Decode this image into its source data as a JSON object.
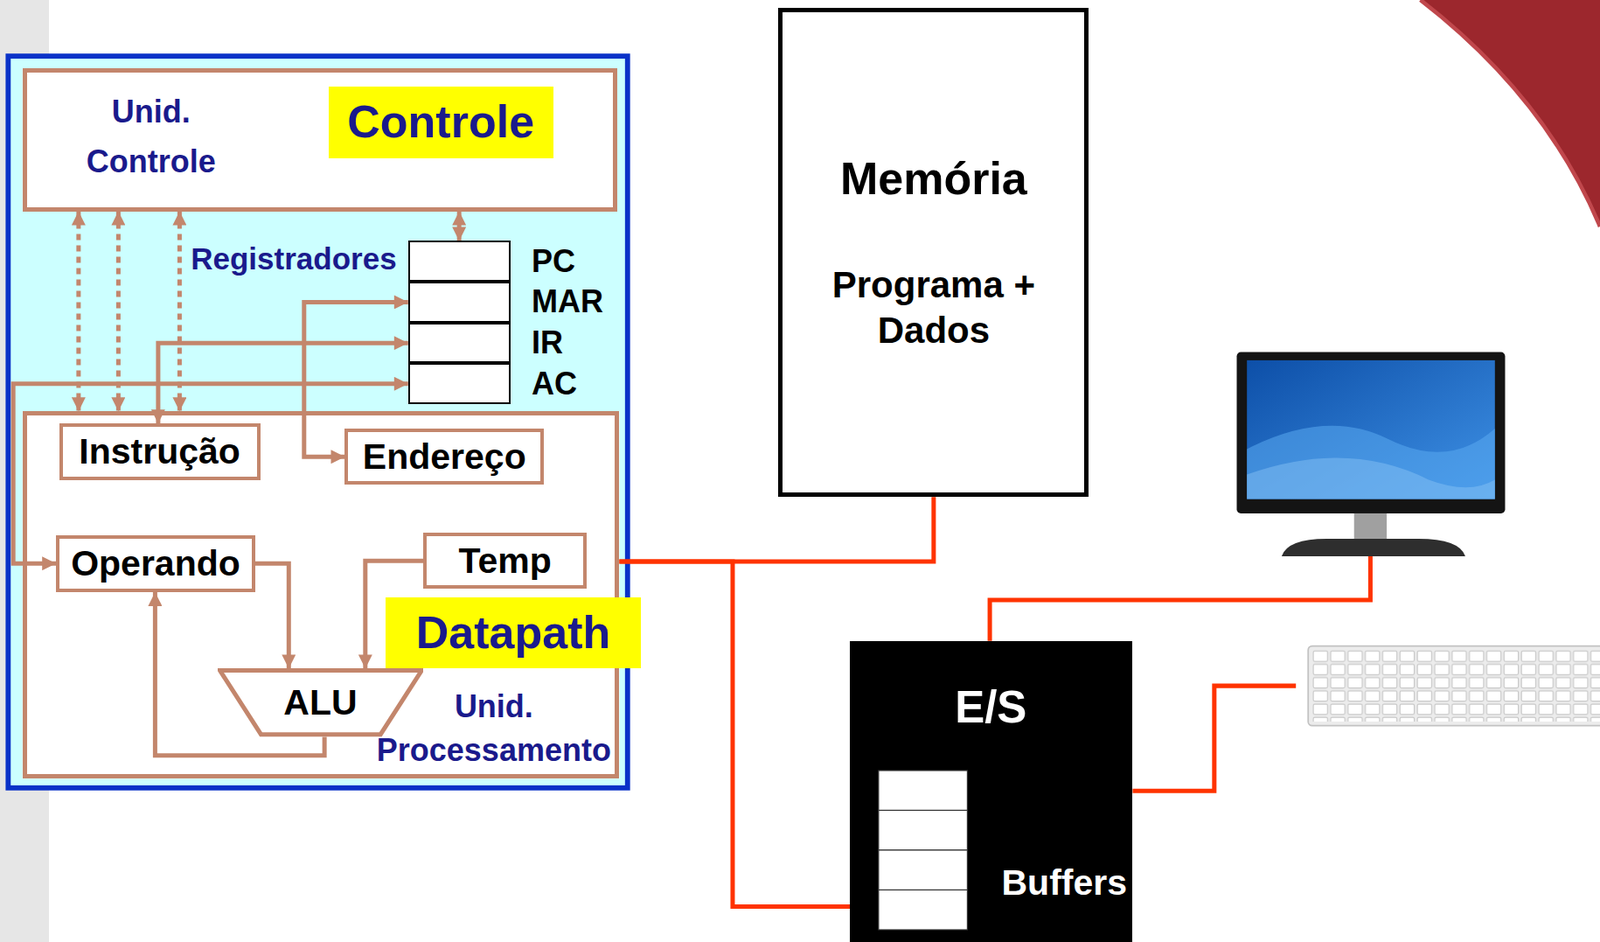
{
  "diagram": {
    "nodes": [
      {
        "text": [
          "Unid. Controle",
          "Controle"
        ]
      },
      {
        "text": [
          "PC"
        ]
      },
      {
        "text": [
          "MAR"
        ]
      },
      {
        "text": [
          "IR"
        ]
      },
      {
        "text": [
          "AC"
        ]
      },
      {
        "text": [
          "Datapath",
          "Unid. Processamento"
        ]
      },
      {
        "text": [
          "Instrução"
        ],
        "in": 5
      },
      {
        "text": [
          "Endereço"
        ],
        "in": 5
      },
      {
        "text": [
          "Operando"
        ],
        "in": 5
      },
      {
        "text": [
          "Temp"
        ],
        "in": 5
      },
      {
        "text": [
          "ALU"
        ],
        "in": 5
      },
      {
        "text": [
          "Memória",
          "Programa + Dados"
        ]
      },
      {
        "text": [
          "E/S",
          "Buffers"
        ]
      }
    ],
    "edges": [
      {
        "from": 0,
        "to": 5,
        "arrow": "both"
      },
      {
        "from": 0,
        "to": 5,
        "arrow": "both"
      },
      {
        "from": 0,
        "to": 5,
        "arrow": "both"
      },
      {
        "from": 0,
        "to": 1,
        "arrow": "both"
      },
      {
        "from": 2,
        "to": 7,
        "arrow": "both"
      },
      {
        "from": 3,
        "to": 6,
        "arrow": "both"
      },
      {
        "from": 4,
        "to": 8,
        "arrow": "both"
      },
      {
        "from": 8,
        "to": 10,
        "arrow": "to"
      },
      {
        "from": 9,
        "to": 10,
        "arrow": "to"
      },
      {
        "from": 10,
        "to": 8,
        "arrow": "to"
      },
      {
        "from": 5,
        "to": 11,
        "arrow": "none"
      },
      {
        "from": 5,
        "to": 12,
        "arrow": "none"
      }
    ],
    "labels": [
      "Registradores"
    ]
  }
}
